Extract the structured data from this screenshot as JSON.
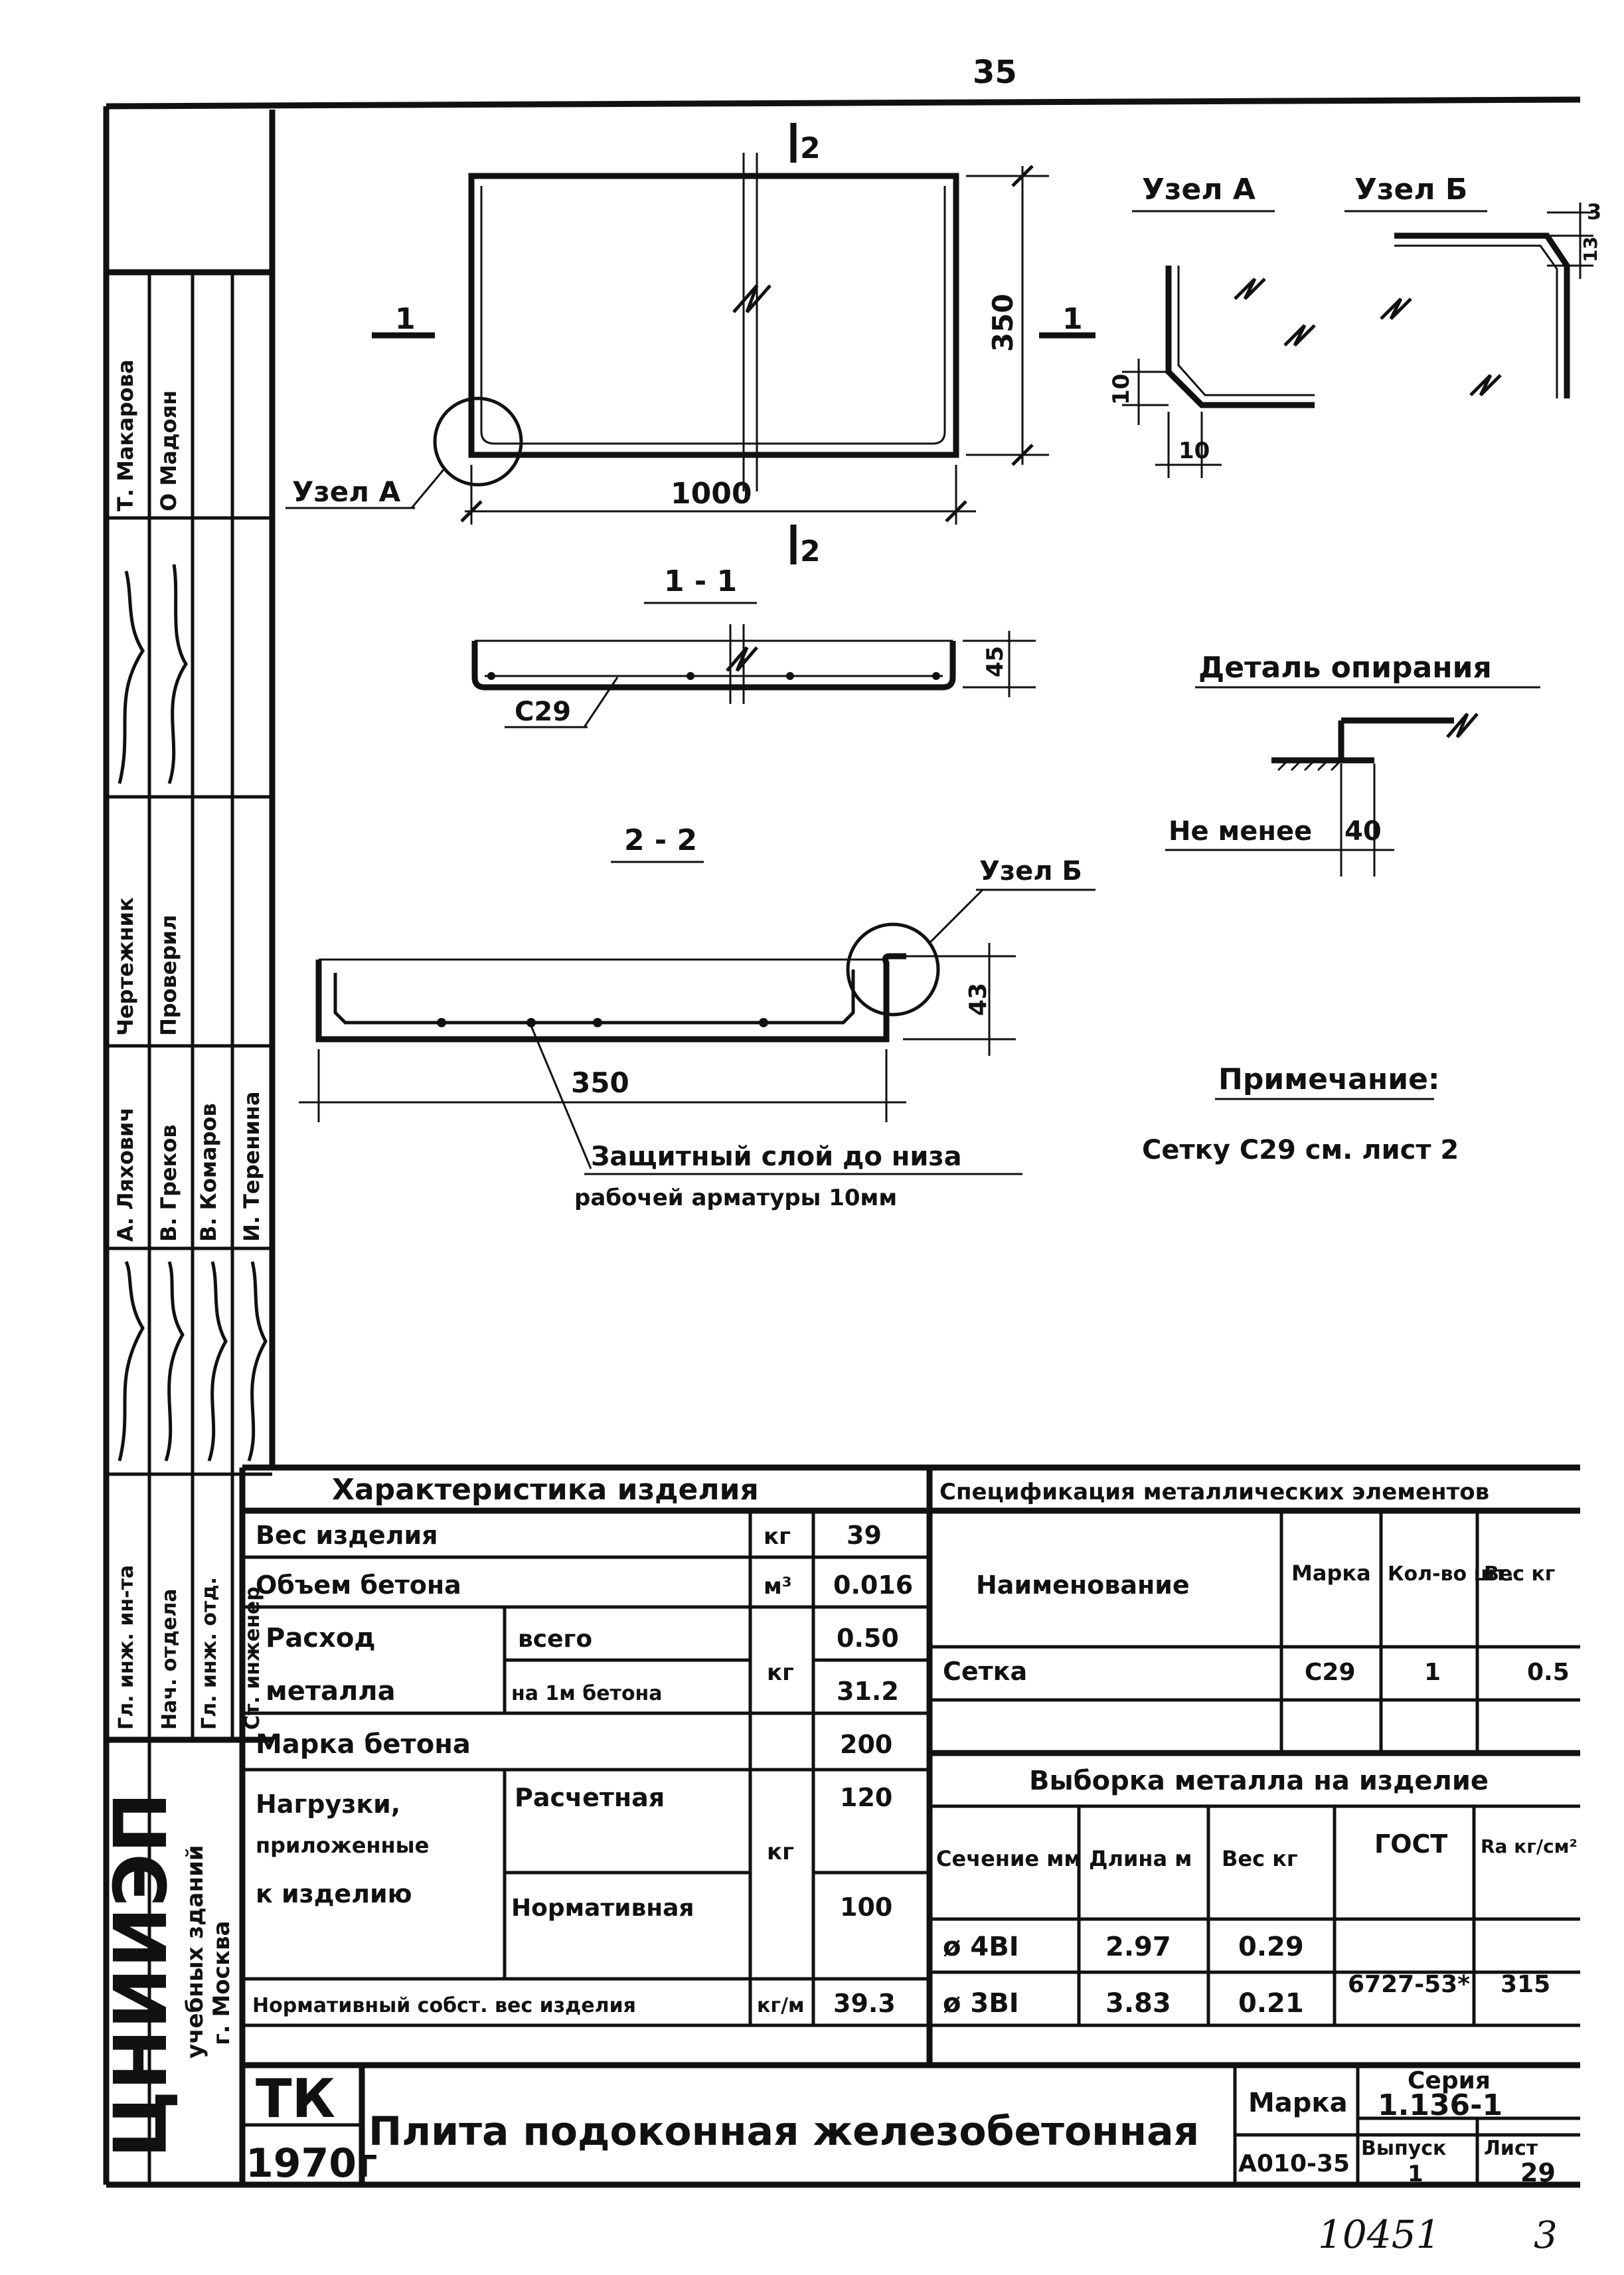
{
  "page_number": "35",
  "stamp_number": "10451",
  "corner_number": "3",
  "plan": {
    "section_mark_2": "2",
    "section_mark_1": "1",
    "dim_length": "1000",
    "dim_width": "350",
    "node_a_label": "Узел А"
  },
  "node_details": {
    "node_a_title": "Узел А",
    "node_b_title": "Узел Б",
    "dim_10_v": "10",
    "dim_10_h": "10",
    "dim_3": "3",
    "dim_13": "13"
  },
  "section_1": {
    "title": "1 - 1",
    "mesh_label": "С29",
    "dim_height": "45"
  },
  "support_detail": {
    "title": "Деталь опирания",
    "min_label": "Не менее",
    "min_value": "40"
  },
  "section_2": {
    "title": "2 - 2",
    "node_b_label": "Узел Б",
    "dim_height": "43",
    "dim_width": "350",
    "protective_line1": "Защитный слой до низа",
    "protective_line2": "рабочей арматуры 10мм"
  },
  "note": {
    "title": "Примечание:",
    "text": "Сетку С29 см. лист 2"
  },
  "left_stamp": {
    "roles": [
      "Гл. инж. ин-та",
      "Нач. отдела",
      "Гл. инж. отд.",
      "Ст. инженер",
      "Чертежник",
      "Проверил"
    ],
    "names": [
      "А. Ляхович",
      "В. Греков",
      "В. Комаров",
      "И. Теренина",
      "Т. Макарова",
      "О Мадоян"
    ],
    "org_name": "ЦНИИЭП",
    "org_subtitle": "учебных зданий",
    "org_city": "г. Москва"
  },
  "characteristics": {
    "title": "Характеристика изделия",
    "rows": [
      {
        "label": "Вес изделия",
        "unit": "кг",
        "value": "39"
      },
      {
        "label": "Объем бетона",
        "unit": "м³",
        "value": "0.016"
      },
      {
        "label": "Расход",
        "sub": "всего",
        "unit": "кг",
        "value": "0.50"
      },
      {
        "label": "металла",
        "sub": "на 1м бетона",
        "unit": "",
        "value": "31.2"
      },
      {
        "label": "Марка бетона",
        "unit": "",
        "value": "200"
      },
      {
        "label": "Нагрузки,",
        "sub": "Расчетная",
        "unit": "кг",
        "value": "120"
      },
      {
        "label": "приложенные",
        "sub": "",
        "unit": "",
        "value": ""
      },
      {
        "label": "к изделию",
        "sub": "Нормативная",
        "unit": "",
        "value": "100"
      },
      {
        "label": "Нормативный собст. вес изделия",
        "unit": "кг/м",
        "value": "39.3"
      }
    ]
  },
  "specification": {
    "title": "Спецификация металлических элементов",
    "headers": [
      "Наименование",
      "Марка",
      "Кол-во шт.",
      "Вес кг"
    ],
    "rows": [
      {
        "name": "Сетка",
        "mark": "С29",
        "qty": "1",
        "weight": "0.5"
      }
    ]
  },
  "sample": {
    "title": "Выборка металла на изделие",
    "headers": [
      "Сечение мм",
      "Длина м",
      "Вес кг",
      "ГОСТ",
      "Ra кг/см²"
    ],
    "rows": [
      {
        "section": "ø 4BI",
        "length": "2.97",
        "weight": "0.29",
        "gost": "6727-53*",
        "ra": "315"
      },
      {
        "section": "ø 3BI",
        "length": "3.83",
        "weight": "0.21",
        "gost": "",
        "ra": ""
      }
    ]
  },
  "title_block": {
    "tk": "ТК",
    "year": "1970г",
    "title": "Плита подоконная железобетонная",
    "mark_label": "Марка",
    "mark_value": "А010-35",
    "series_label": "Серия",
    "series_value": "1.136-1",
    "issue_label": "Выпуск",
    "issue_value": "1",
    "sheet_label": "Лист",
    "sheet_value": "29"
  }
}
